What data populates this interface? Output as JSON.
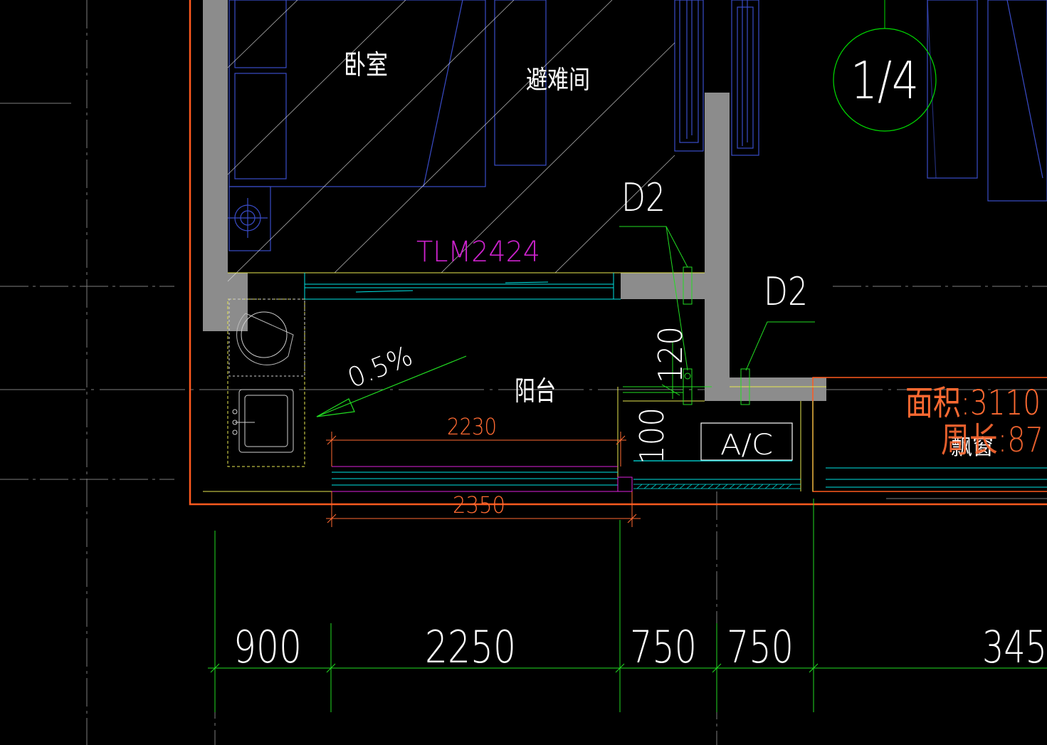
{
  "colors": {
    "background": "#000000",
    "wall_fill": "#8c8c8c",
    "outline_orange": "#ff5a1e",
    "dimension_green": "#00ff00",
    "furniture_blue": "#3a4cc8",
    "glass_cyan": "#00e5e5",
    "door_magenta": "#dd22dd",
    "yellow": "#e8e850",
    "text_white": "#ffffff",
    "dim_text_orange": "#ff6a32",
    "grid_gray": "#a8a8a8"
  },
  "rooms": {
    "bedroom": "卧室",
    "refuge_room": "避难间",
    "balcony": "阳台",
    "bay_window": "飘窗"
  },
  "labels": {
    "door_tag": "TLM2424",
    "detail_left": "D2",
    "detail_right": "D2",
    "grid_bubble": "1/4",
    "slope": "0.5%",
    "ac_unit": "A/C",
    "area": "面积:3110",
    "perimeter": "周长:87"
  },
  "dimensions": {
    "inner_top": "2230",
    "inner_bottom": "2350",
    "vertical_upper": "120",
    "vertical_lower": "100",
    "bottom_chain": [
      "900",
      "2250",
      "750",
      "750",
      "345"
    ]
  }
}
